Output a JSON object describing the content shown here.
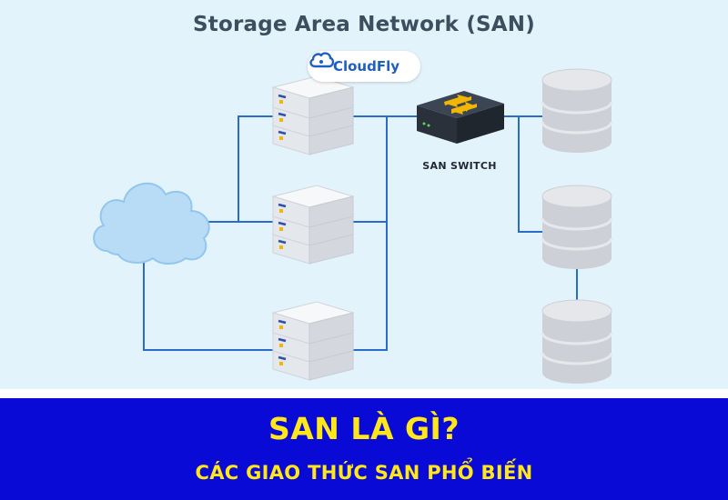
{
  "diagram": {
    "title": "Storage Area Network (SAN)",
    "brand": {
      "name": "CloudFly",
      "icon": "cloud-icon",
      "color": "#1f5fbf"
    },
    "switch_label": "SAN SWITCH",
    "nodes": {
      "cloud": "cloud-icon",
      "servers": [
        "server-icon",
        "server-icon",
        "server-icon"
      ],
      "switch": "network-switch-icon",
      "storage": [
        "database-icon",
        "database-icon",
        "database-icon"
      ]
    },
    "colors": {
      "background": "#e3f3fc",
      "link": "#2a6cc9",
      "server": "#e7e9ee",
      "storage": "#d3d6dc"
    }
  },
  "banner": {
    "headline": "SAN LÀ GÌ?",
    "subheadline": "CÁC GIAO THỨC SAN PHỔ BIẾN",
    "colors": {
      "background": "#0a0ad6",
      "text": "#ffe71a"
    }
  }
}
